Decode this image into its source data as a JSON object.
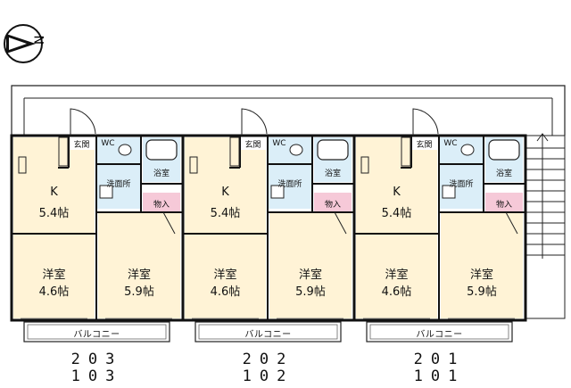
{
  "compass": {
    "letter": "N"
  },
  "units": [
    {
      "numbers": {
        "upper": "203",
        "lower": "103"
      },
      "rooms": {
        "kitchen_name": "K",
        "kitchen_size": "5.4帖",
        "western1_name": "洋室",
        "western1_size": "4.6帖",
        "western2_name": "洋室",
        "western2_size": "5.9帖",
        "entrance": "玄関",
        "wc": "WC",
        "washroom": "洗面所",
        "bath": "浴室",
        "closet": "物入",
        "balcony": "バルコニー"
      }
    },
    {
      "numbers": {
        "upper": "202",
        "lower": "102"
      },
      "rooms": {
        "kitchen_name": "K",
        "kitchen_size": "5.4帖",
        "western1_name": "洋室",
        "western1_size": "4.6帖",
        "western2_name": "洋室",
        "western2_size": "5.9帖",
        "entrance": "玄関",
        "wc": "WC",
        "washroom": "洗面所",
        "bath": "浴室",
        "closet": "物入",
        "balcony": "バルコニー"
      }
    },
    {
      "numbers": {
        "upper": "201",
        "lower": "101"
      },
      "rooms": {
        "kitchen_name": "K",
        "kitchen_size": "5.4帖",
        "western1_name": "洋室",
        "western1_size": "4.6帖",
        "western2_name": "洋室",
        "western2_size": "5.9帖",
        "entrance": "玄関",
        "wc": "WC",
        "washroom": "洗面所",
        "bath": "浴室",
        "closet": "物入",
        "balcony": "バルコニー"
      }
    }
  ],
  "colors": {
    "room_fill": "#fff3d6",
    "wet_fill": "#dbeef8",
    "closet_fill": "#f6c9d8",
    "wall": "#111111"
  }
}
